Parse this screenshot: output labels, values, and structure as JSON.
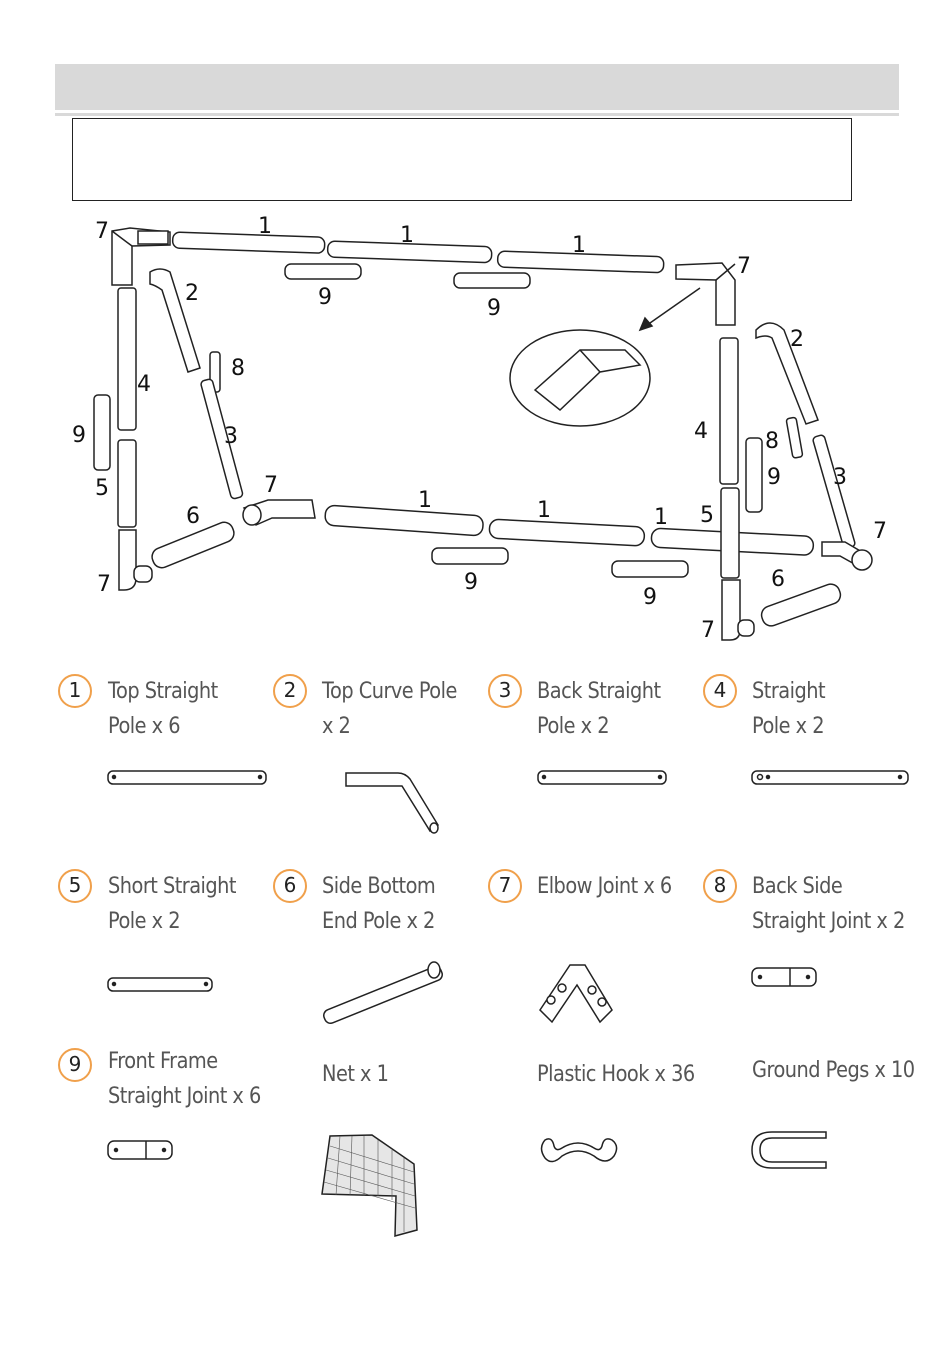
{
  "diagram": {
    "labels": {
      "top_left_elbow": "7",
      "top_pole_a": "1",
      "top_pole_b": "1",
      "top_pole_c": "1",
      "top_right_elbow": "7",
      "top_joint_a": "9",
      "top_joint_b": "9",
      "left_curve": "2",
      "right_curve": "2",
      "left_back_joint": "8",
      "right_back_joint": "8",
      "left_straight": "4",
      "right_straight": "4",
      "left_back_pole": "3",
      "right_back_pole": "3",
      "left_joint": "9",
      "right_joint": "9",
      "left_short": "5",
      "right_short": "5",
      "left_side_bottom": "6",
      "right_side_bottom": "6",
      "bottom_left_back_elbow": "7",
      "bottom_left_front_elbow": "7",
      "bottom_right_front_elbow": "7",
      "bottom_right_back_elbow": "7",
      "bottom_pole_a": "1",
      "bottom_pole_b": "1",
      "bottom_pole_c": "1",
      "bottom_joint_a": "9",
      "bottom_joint_b": "9"
    }
  },
  "parts": [
    {
      "number": "1",
      "label": "Top Straight\nPole x 6",
      "icon": "straight-pole-icon"
    },
    {
      "number": "2",
      "label": "Top Curve Pole\nx 2",
      "icon": "curve-pole-icon"
    },
    {
      "number": "3",
      "label": "Back Straight\nPole x 2",
      "icon": "straight-pole-icon"
    },
    {
      "number": "4",
      "label": "Straight\nPole x 2",
      "icon": "straight-pole-icon"
    },
    {
      "number": "5",
      "label": "Short Straight\nPole x 2",
      "icon": "short-pole-icon"
    },
    {
      "number": "6",
      "label": "Side Bottom\nEnd Pole x 2",
      "icon": "angled-pole-icon"
    },
    {
      "number": "7",
      "label": "Elbow Joint x 6",
      "icon": "elbow-joint-icon"
    },
    {
      "number": "8",
      "label": "Back Side\nStraight Joint x 2",
      "icon": "straight-joint-icon"
    },
    {
      "number": "9",
      "label": "Front Frame\nStraight Joint x 6",
      "icon": "straight-joint-icon"
    },
    {
      "number": "",
      "label": "Net x 1",
      "icon": "net-icon"
    },
    {
      "number": "",
      "label": "Plastic Hook x 36",
      "icon": "hook-icon"
    },
    {
      "number": "",
      "label": "Ground Pegs x 10",
      "icon": "peg-icon"
    }
  ]
}
